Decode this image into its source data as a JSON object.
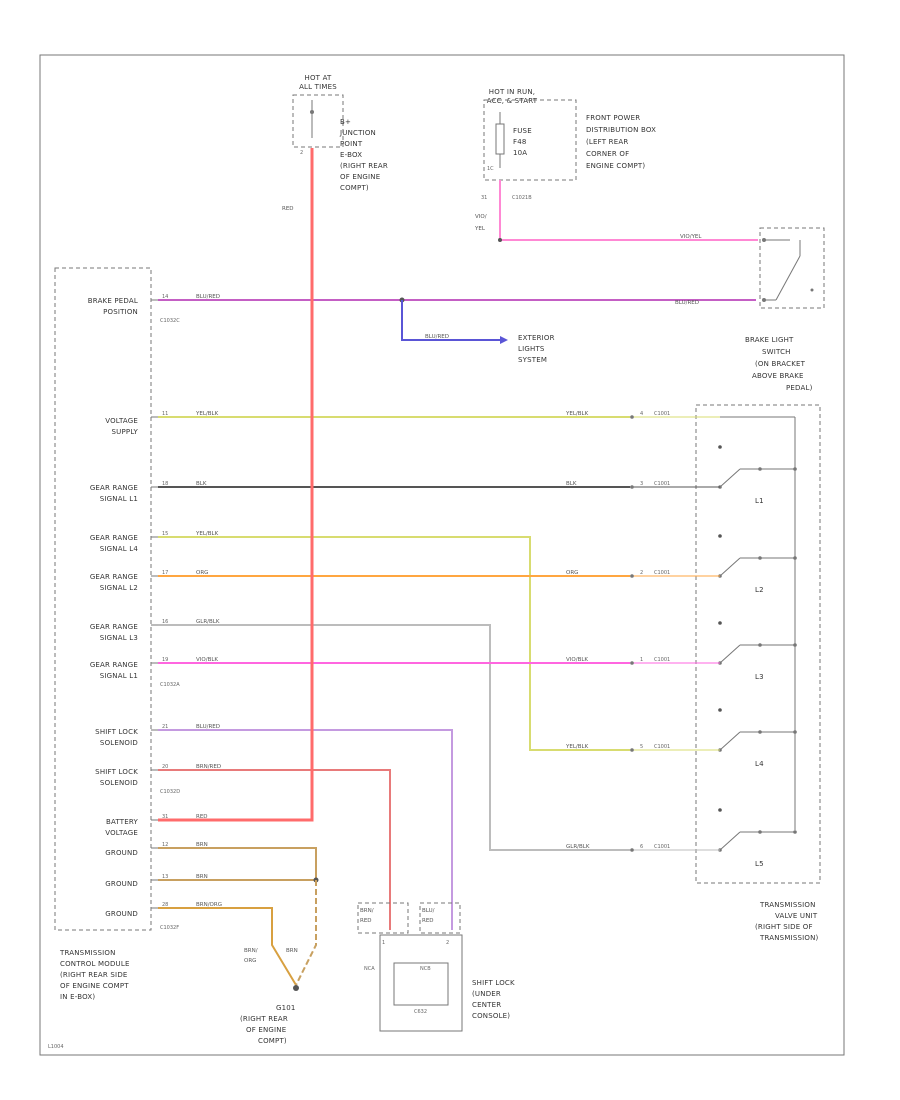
{
  "diagram": {
    "battery_source": {
      "lines": [
        "HOT AT",
        "ALL TIMES"
      ]
    },
    "junction_box": {
      "lines": [
        "B+",
        "JUNCTION",
        "POINT",
        "E-BOX",
        "(RIGHT REAR",
        "OF ENGINE",
        "COMPT)"
      ],
      "pin": "2"
    },
    "red_wire_label": "RED",
    "fuse_source": {
      "lines": [
        "HOT IN RUN,",
        "ACC, & START"
      ]
    },
    "fuse": {
      "lines": [
        "FUSE",
        "F48",
        "10A"
      ],
      "pins": [
        "31",
        "1C"
      ]
    },
    "fuse_connector": "C1021B",
    "power_dist_box": {
      "lines": [
        "FRONT POWER",
        "DISTRIBUTION BOX",
        "(LEFT REAR",
        "CORNER OF",
        "ENGINE COMPT)"
      ]
    },
    "fuse_wire_label": [
      "VIO/",
      "YEL"
    ],
    "vio_yel_label": "VIO/YEL",
    "blu_red_label": "BLU/RED",
    "brake_switch": {
      "lines": [
        "BRAKE LIGHT",
        "SWITCH",
        "(ON BRACKET",
        "ABOVE BRAKE",
        "PEDAL)"
      ]
    },
    "exterior_lights": {
      "wire": "BLU/RED",
      "lines": [
        "EXTERIOR",
        "LIGHTS",
        "SYSTEM"
      ]
    },
    "tcm": {
      "inputs": [
        {
          "label": [
            "BRAKE PEDAL",
            "POSITION"
          ],
          "pin": "14",
          "wire": "BLU/RED",
          "connector": "C1032C"
        },
        {
          "label": [
            "VOLTAGE",
            "SUPPLY"
          ],
          "pin": "11",
          "wire": "YEL/BLK"
        },
        {
          "label": [
            "GEAR RANGE",
            "SIGNAL L1"
          ],
          "pin": "18",
          "wire": "BLK"
        },
        {
          "label": [
            "GEAR RANGE",
            "SIGNAL L4"
          ],
          "pin": "15",
          "wire": "YEL/BLK"
        },
        {
          "label": [
            "GEAR RANGE",
            "SIGNAL L2"
          ],
          "pin": "17",
          "wire": "ORG"
        },
        {
          "label": [
            "GEAR RANGE",
            "SIGNAL L3"
          ],
          "pin": "16",
          "wire": "GLR/BLK"
        },
        {
          "label": [
            "GEAR RANGE",
            "SIGNAL L1"
          ],
          "pin": "19",
          "wire": "VIO/BLK",
          "connector": "C1032A"
        },
        {
          "label": [
            "SHIFT LOCK",
            "SOLENOID"
          ],
          "pin": "21",
          "wire": "BLU/RED"
        },
        {
          "label": [
            "SHIFT LOCK",
            "SOLENOID"
          ],
          "pin": "20",
          "wire": "BRN/RED",
          "connector": "C1032D"
        },
        {
          "label": [
            "BATTERY",
            "VOLTAGE"
          ],
          "pin": "31",
          "wire": "RED"
        },
        {
          "label": [
            "GROUND"
          ],
          "pin": "12",
          "wire": "BRN"
        },
        {
          "label": [
            "GROUND"
          ],
          "pin": "13",
          "wire": "BRN"
        },
        {
          "label": [
            "GROUND"
          ],
          "pin": "28",
          "wire": "BRN/ORG",
          "connector": "C1032F"
        }
      ],
      "title": [
        "TRANSMISSION",
        "CONTROL MODULE",
        "(RIGHT REAR SIDE",
        "OF ENGINE COMPT",
        "IN E-BOX)"
      ]
    },
    "tvu_wires": {
      "voltage": {
        "wire": "YEL/BLK",
        "pin": "4",
        "connector": "C1001"
      },
      "l1": {
        "wire": "BLK",
        "pin": "3",
        "connector": "C1001"
      },
      "l2": {
        "wire": "ORG",
        "pin": "2",
        "connector": "C1001"
      },
      "l3": {
        "wire": "VIO/BLK",
        "pin": "1",
        "connector": "C1001"
      },
      "l4": {
        "wire": "YEL/BLK",
        "pin": "5",
        "connector": "C1001"
      },
      "l5": {
        "wire": "GLR/BLK",
        "pin": "6",
        "connector": "C1001"
      }
    },
    "tvu": {
      "switches": [
        "L1",
        "L2",
        "L3",
        "L4",
        "L5"
      ],
      "lines": [
        "TRANSMISSION",
        "VALVE UNIT",
        "(RIGHT SIDE OF",
        "TRANSMISSION)"
      ]
    },
    "ground_splice": {
      "wires": [
        "BRN/",
        "ORG",
        "BRN"
      ],
      "lines": [
        "G101",
        "(RIGHT REAR",
        "OF ENGINE",
        "COMPT)"
      ]
    },
    "shift_lock": {
      "wire_left": [
        "BRN/",
        "RED"
      ],
      "wire_right": [
        "BLU/",
        "RED"
      ],
      "pins_top": [
        "1",
        "2"
      ],
      "pins_side": [
        "NCA",
        "NCB"
      ],
      "inner": "C632",
      "lines": [
        "SHIFT LOCK",
        "(UNDER",
        "CENTER",
        "CONSOLE)"
      ]
    },
    "footer_code": "L1004",
    "colors": {
      "red": "#ff6b6b",
      "violet": "#c45ec4",
      "pink": "#ff88d4",
      "yellow": "#d8dc70",
      "black": "#555555",
      "orange": "#ffa640",
      "gray": "#bcbcbc",
      "blue": "#5a55d6",
      "brown": "#c8a060",
      "brown_org": "#d8a040"
    }
  }
}
